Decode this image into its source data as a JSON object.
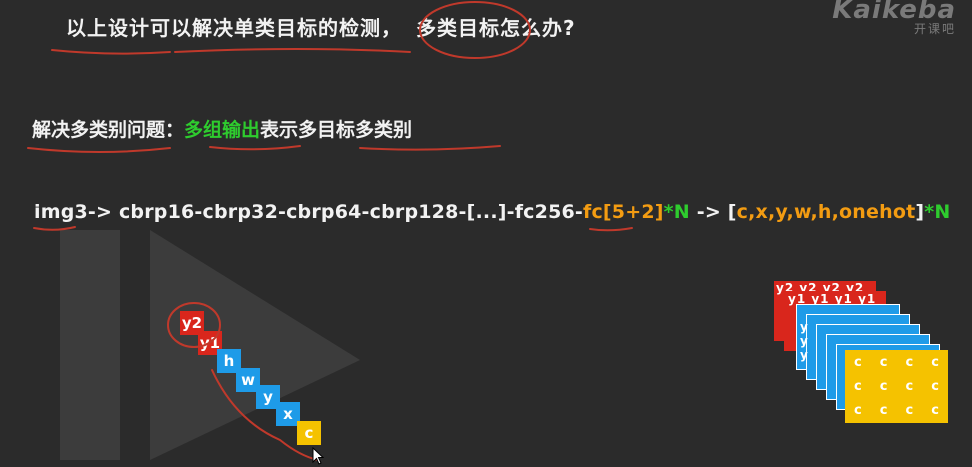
{
  "title": {
    "part1": "以上设计可以解决单类目标的检测，",
    "part2": "多类目标怎么办?"
  },
  "logo": {
    "brand": "Kaikeba",
    "sub": "开课吧"
  },
  "subtitle": {
    "prefix": "解决多类别问题：",
    "highlight": "多组输出",
    "suffix": "表示多目标多类别"
  },
  "formula": {
    "part1": "img3-> cbrp16-cbrp32-cbrp64-cbrp128-[...]-fc256-",
    "fc": "fc[5+2]",
    "star_n": "*N",
    "arrow": " -> ",
    "bracket_open": "[",
    "vars": "c,x,y,w,h,onehot",
    "bracket_close": "]",
    "star_n2": "*N"
  },
  "vector": [
    "y2",
    "y1",
    "h",
    "w",
    "y",
    "x",
    "c"
  ],
  "stack": {
    "y2": "y2",
    "y1": "y1",
    "blue": "y",
    "yellow": "c"
  },
  "colors": {
    "red": "#d9261c",
    "blue": "#1e9be8",
    "yellow": "#f5c200",
    "green": "#2ecc2e",
    "orange": "#f39c12"
  }
}
